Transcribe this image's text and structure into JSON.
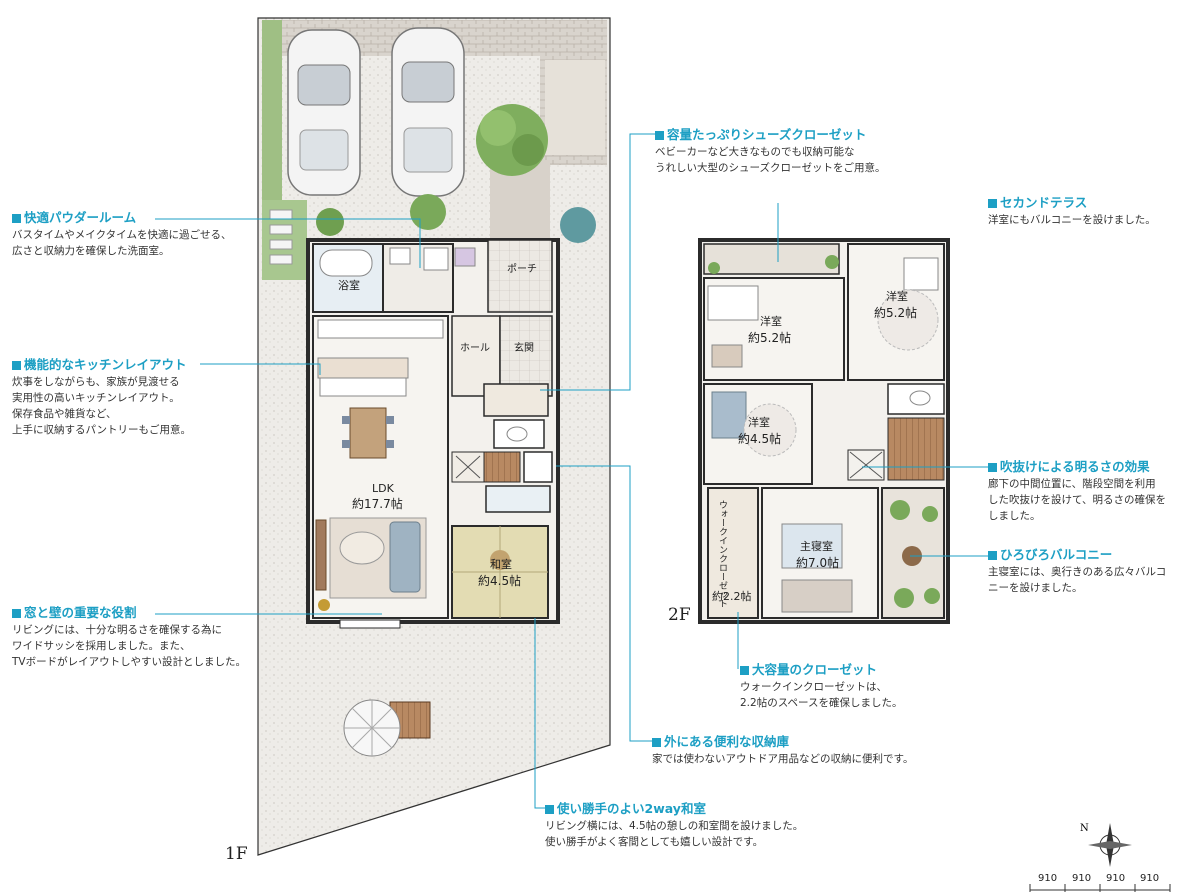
{
  "rooms_1f": {
    "bath": "浴室",
    "porch": "ポーチ",
    "hall": "ホール",
    "entrance": "玄関",
    "ldk": "LDK",
    "ldk_size": "約17.7帖",
    "washitsu": "和室",
    "washitsu_size": "約4.5帖"
  },
  "rooms_2f": {
    "youshitsu_a": "洋室",
    "youshitsu_a_size": "約5.2帖",
    "youshitsu_b": "洋室",
    "youshitsu_b_size": "約5.2帖",
    "youshitsu_c": "洋室",
    "youshitsu_c_size": "約4.5帖",
    "master": "主寝室",
    "master_size": "約7.0帖",
    "wic_label": "ウォークインクローゼット",
    "wic_size": "約2.2帖"
  },
  "floors": {
    "first": "1F",
    "second": "2F"
  },
  "callouts": {
    "powder": {
      "title": "快適パウダールーム",
      "lines": [
        "バスタイムやメイクタイムを快適に過ごせる、",
        "広さと収納力を確保した洗面室。"
      ]
    },
    "kitchen": {
      "title": "機能的なキッチンレイアウト",
      "lines": [
        "炊事をしながらも、家族が見渡せる",
        "実用性の高いキッチンレイアウト。",
        "保存食品や雑貨など、",
        "上手に収納するパントリーもご用意。"
      ]
    },
    "window": {
      "title": "窓と壁の重要な役割",
      "lines": [
        "リビングには、十分な明るさを確保する為に",
        "ワイドサッシを採用しました。また、",
        "TVボードがレイアウトしやすい設計としました。"
      ]
    },
    "shoes": {
      "title": "容量たっぷりシューズクローゼット",
      "lines": [
        "ベビーカーなど大きなものでも収納可能な",
        "うれしい大型のシューズクローゼットをご用意。"
      ]
    },
    "terrace": {
      "title": "セカンドテラス",
      "lines": [
        "洋室にもバルコニーを設けました。"
      ]
    },
    "fukinuke": {
      "title": "吹抜けによる明るさの効果",
      "lines": [
        "廊下の中間位置に、階段空間を利用",
        "した吹抜けを設けて、明るさの確保を",
        "しました。"
      ]
    },
    "balcony": {
      "title": "ひろびろバルコニー",
      "lines": [
        "主寝室には、奥行きのある広々バルコ",
        "ニーを設けました。"
      ]
    },
    "closet": {
      "title": "大容量のクローゼット",
      "lines": [
        "ウォークインクローゼットは、",
        "2.2帖のスペースを確保しました。"
      ]
    },
    "storage": {
      "title": "外にある便利な収納庫",
      "lines": [
        "家では使わないアウトドア用品などの収納に便利です。"
      ]
    },
    "washitsu2way": {
      "title": "使い勝手のよい2way和室",
      "lines": [
        "リビング横には、4.5帖の憩しの和室間を設けました。",
        "使い勝手がよく客間としても嬉しい設計です。"
      ]
    }
  },
  "scale": {
    "labels": [
      "910",
      "910",
      "910",
      "910"
    ]
  },
  "compass": {
    "label": "N"
  },
  "colors": {
    "accent": "#1d9fc4",
    "wall": "#2b2b2b",
    "floor": "#f3f1ed",
    "grass": "#8fb676",
    "paving": "#c9c4bd"
  }
}
